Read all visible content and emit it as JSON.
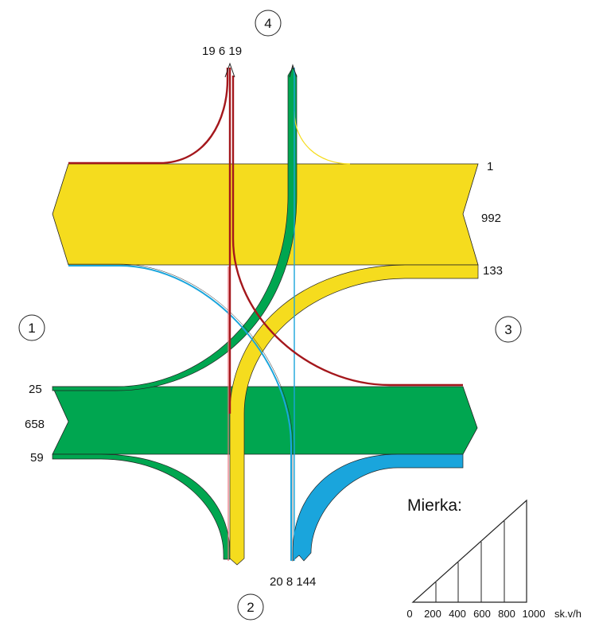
{
  "colors": {
    "yellow": "#f5dc1e",
    "green": "#00a650",
    "red": "#a4171c",
    "blue": "#1aa5dc",
    "pink": "#e8727a",
    "pale_yellow": "#f5dc1e",
    "outline": "#222222"
  },
  "nodes": {
    "n1": "1",
    "n2": "2",
    "n3": "3",
    "n4": "4"
  },
  "labels": {
    "top": "19 6 19",
    "east_top": "1",
    "east_mid": "992",
    "east_bottom": "133",
    "west_top": "25",
    "west_mid": "658",
    "west_bottom": "59",
    "bottom": "20 8 144"
  },
  "scale": {
    "title": "Mierka:",
    "ticks": [
      "0",
      "200",
      "400",
      "600",
      "800",
      "1000"
    ],
    "unit": "sk.v/h",
    "max_value": 1000
  }
}
